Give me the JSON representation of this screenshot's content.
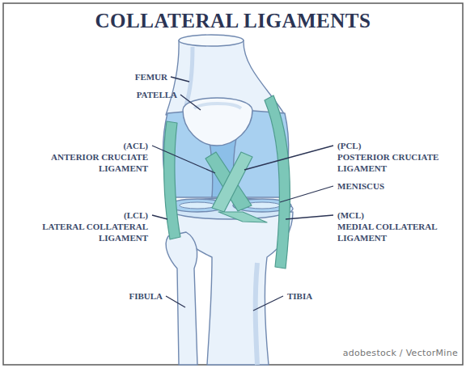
{
  "diagram": {
    "title": "COLLATERAL LIGAMENTS",
    "labels": [
      "FEMUR",
      "PATELLA",
      "(ACL)",
      "ANTERIOR CRUCIATE LIGAMENT",
      "(PCL)",
      "POSTERIOR CRUCIATE LIGAMENT",
      "MENISCUS",
      "(LCL)",
      "LATERAL COLLATERAL LIGAMENT",
      "(MCL)",
      "MEDIAL COLLATERAL LIGAMENT",
      "FIBULA",
      "TIBIA",
      "adobestock / VectorMine"
    ]
  }
}
